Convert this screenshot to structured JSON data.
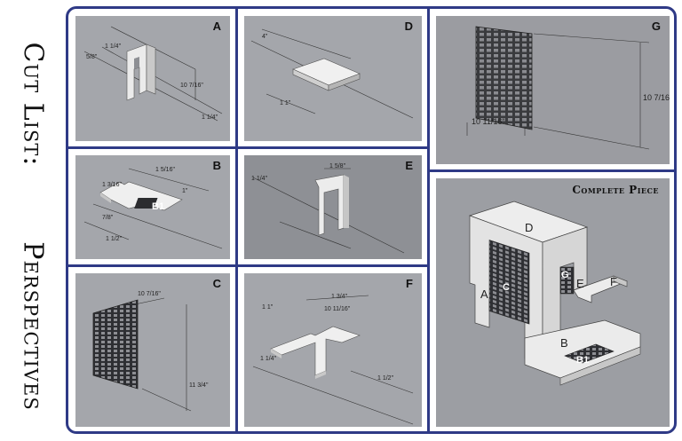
{
  "side_title": {
    "line1": "Cut List:",
    "line2": "Perspectives"
  },
  "panels": [
    {
      "id": "a",
      "letter": "A",
      "dims": [
        "1 1/4\"",
        "5/8\"",
        "10 7/16\"",
        "1 1/4\""
      ]
    },
    {
      "id": "b",
      "letter": "B",
      "tag": "B1",
      "dims": [
        "1 5/16\"",
        "1 3/16\"",
        "1\"",
        "7/8\"",
        "1 1/2\""
      ]
    },
    {
      "id": "c",
      "letter": "C",
      "dims": [
        "10 7/16\"",
        "11 3/4\""
      ]
    },
    {
      "id": "d",
      "letter": "D",
      "dims": [
        "4\"",
        "1 1\""
      ]
    },
    {
      "id": "e",
      "letter": "E",
      "dims": [
        "1 1/4\"",
        "1 5/8\""
      ]
    },
    {
      "id": "f",
      "letter": "F",
      "dims": [
        "1 1\"",
        "1 3/4\"",
        "10 11/16\"",
        "1 1/4\"",
        "1 1/2\""
      ]
    },
    {
      "id": "g",
      "letter": "G",
      "dims": [
        "10 7/16\"",
        "10 11/16\""
      ]
    }
  ],
  "complete": {
    "title": "Complete Piece",
    "labels": {
      "a": "A",
      "b": "B",
      "b1": "B1",
      "c": "C",
      "d": "D",
      "e": "E",
      "f": "F",
      "g": "G"
    }
  }
}
